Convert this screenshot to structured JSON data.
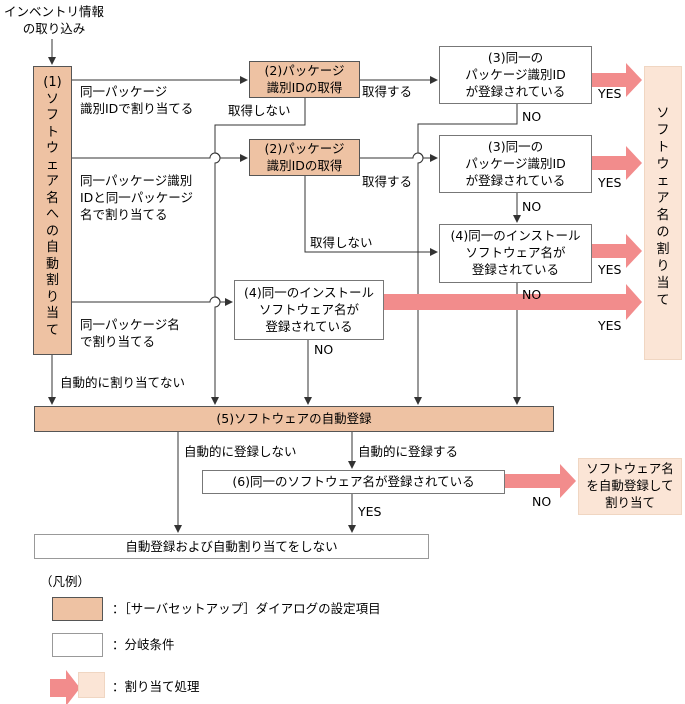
{
  "start": {
    "line1": "インベントリ情報",
    "line2": "の取り込み"
  },
  "box1_chars": [
    "(1)",
    "ソ",
    "フ",
    "ト",
    "ウ",
    "ェ",
    "ア",
    "名",
    "へ",
    "の",
    "自",
    "動",
    "割",
    "り",
    "当",
    "て"
  ],
  "assign_chars": [
    "ソ",
    "フ",
    "ト",
    "ウ",
    "ェ",
    "ア",
    "名",
    "の",
    "割",
    "り",
    "当",
    "て"
  ],
  "labels": {
    "same_pkg_id": [
      "同一パッケージ",
      "識別IDで割り当てる"
    ],
    "same_pkg_id_name": [
      "同一パッケージ識別",
      "IDと同一パッケージ",
      "名で割り当てる"
    ],
    "same_pkg_name": [
      "同一パッケージ名",
      "で割り当てる"
    ],
    "no_auto_assign": "自動的に割り当てない",
    "acquire": "取得する",
    "not_acquire": "取得しない",
    "yes": "YES",
    "no": "NO",
    "no_auto_register": "自動的に登録しない",
    "auto_register": "自動的に登録する"
  },
  "boxes": {
    "get_pkg_id": [
      "(2)パッケージ",
      "識別IDの取得"
    ],
    "same_pkg_id_registered": [
      "(3)同一の",
      "パッケージ識別ID",
      "が登録されている"
    ],
    "same_install_name": [
      "(4)同一のインストール",
      "ソフトウェア名が",
      "登録されている"
    ],
    "auto_register": "(5)ソフトウェアの自動登録",
    "same_software_name": "(6)同一のソフトウェア名が登録されている",
    "auto_register_assign": [
      "ソフトウェア名",
      "を自動登録して",
      "割り当て"
    ],
    "no_register": "自動登録および自動割り当てをしない"
  },
  "legend": {
    "title": "（凡例）",
    "settings": "：［サーバセットアップ］ダイアログの設定項目",
    "branch": "：分岐条件",
    "assign": "：割り当て処理"
  },
  "colors": {
    "settings_box": "#eec2a3",
    "assign_box": "#fbe5d6",
    "arrow": "#f28c8c"
  }
}
